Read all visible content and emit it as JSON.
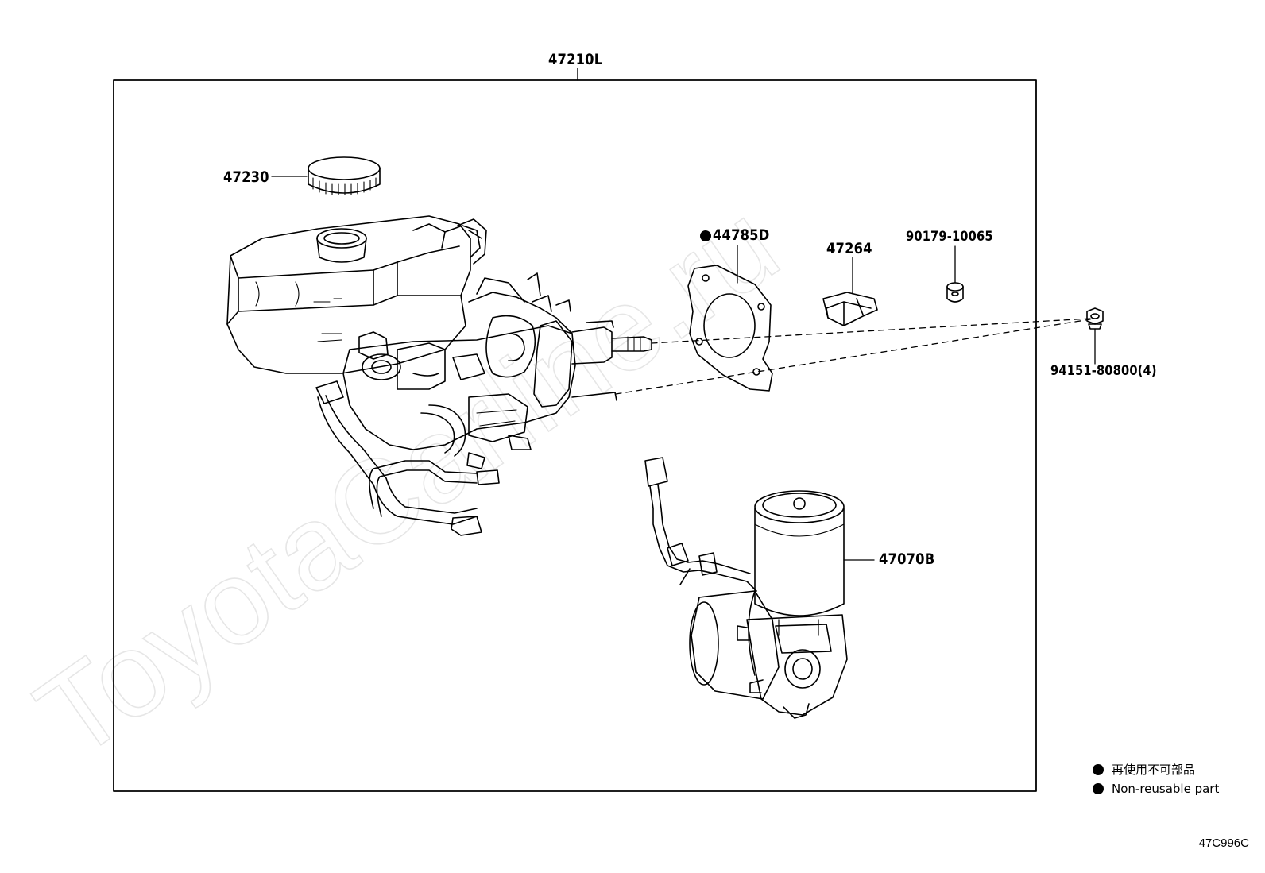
{
  "diagram": {
    "assembly_label": "47210L",
    "parts": {
      "cap": "47230",
      "gasket": "44785D",
      "bracket": "47264",
      "spacer": "90179-10065",
      "nut": "94151-80800(4)",
      "pump": "47070B"
    },
    "legend": {
      "non_reusable_jp": "再使用不可部品",
      "non_reusable_en": "Non-reusable part"
    },
    "watermark": "ToyotaCarline.ru",
    "drawing_code": "47C996C"
  }
}
